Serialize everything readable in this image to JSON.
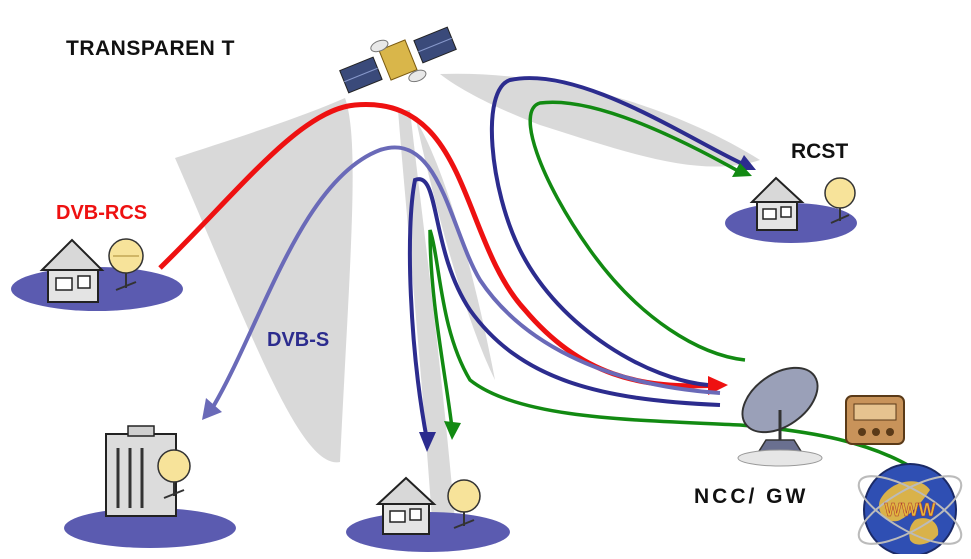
{
  "labels": {
    "mode": "TRANSPAREN T",
    "forward_link": "DVB-S",
    "return_link": "DVB-RCS",
    "terminal_group": "RCST",
    "gateway": "NCC/ GW",
    "internet": "WWW"
  },
  "colors": {
    "return_link": "#ee1111",
    "forward_link": "#2c2c8e",
    "forward_link_light": "#6a6ab8",
    "internet_traffic": "#128a12",
    "coverage_beam": "#cfcfcf",
    "terminal_base": "#5b5bb0"
  },
  "icons": [
    "satellite-icon",
    "house-icon",
    "office-building-icon",
    "dish-antenna-icon",
    "radio-icon",
    "globe-icon",
    "terminal-device-icon"
  ]
}
